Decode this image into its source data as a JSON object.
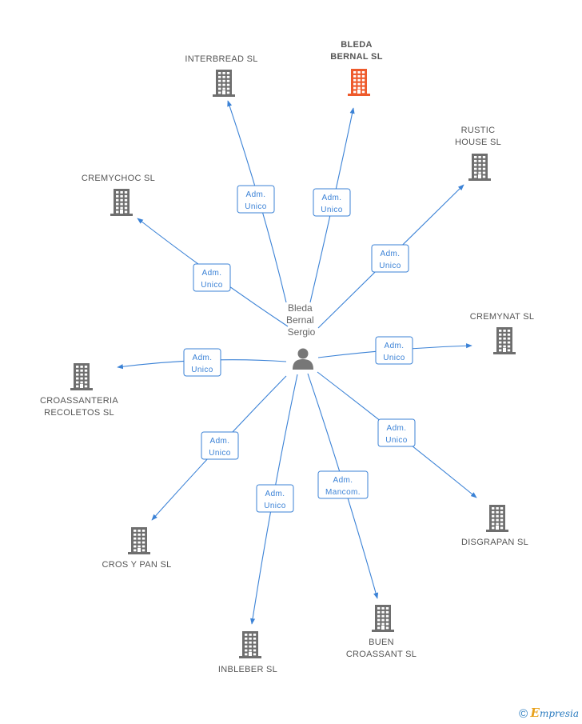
{
  "colors": {
    "edge": "#3b82d6",
    "company_icon": "#6e6e6e",
    "company_icon_highlight": "#ee5a2b",
    "person_icon": "#777777"
  },
  "person": {
    "name_lines": [
      "Bleda",
      "Bernal",
      "Sergio"
    ],
    "icon": "person-icon"
  },
  "companies": [
    {
      "id": "interbread",
      "name_lines": [
        "INTERBREAD SL"
      ],
      "role_lines": [
        "Adm.",
        "Unico"
      ],
      "highlight": false
    },
    {
      "id": "bleda-bernal",
      "name_lines": [
        "BLEDA",
        "BERNAL SL"
      ],
      "role_lines": [
        "Adm.",
        "Unico"
      ],
      "highlight": true
    },
    {
      "id": "rustic-house",
      "name_lines": [
        "RUSTIC",
        "HOUSE SL"
      ],
      "role_lines": [
        "Adm.",
        "Unico"
      ],
      "highlight": false
    },
    {
      "id": "cremychoc",
      "name_lines": [
        "CREMYCHOC SL"
      ],
      "role_lines": [
        "Adm.",
        "Unico"
      ],
      "highlight": false
    },
    {
      "id": "cremynat",
      "name_lines": [
        "CREMYNAT SL"
      ],
      "role_lines": [
        "Adm.",
        "Unico"
      ],
      "highlight": false
    },
    {
      "id": "croassanteria",
      "name_lines": [
        "CROASSANTERIA",
        "RECOLETOS SL"
      ],
      "role_lines": [
        "Adm.",
        "Unico"
      ],
      "highlight": false
    },
    {
      "id": "disgrapan",
      "name_lines": [
        "DISGRAPAN SL"
      ],
      "role_lines": [
        "Adm.",
        "Unico"
      ],
      "highlight": false
    },
    {
      "id": "cros-y-pan",
      "name_lines": [
        "CROS Y PAN SL"
      ],
      "role_lines": [
        "Adm.",
        "Unico"
      ],
      "highlight": false
    },
    {
      "id": "inbleber",
      "name_lines": [
        "INBLEBER SL"
      ],
      "role_lines": [
        "Adm.",
        "Unico"
      ],
      "highlight": false
    },
    {
      "id": "buen-croassant",
      "name_lines": [
        "BUEN",
        "CROASSANT SL"
      ],
      "role_lines": [
        "Adm.",
        "Mancom."
      ],
      "highlight": false
    }
  ],
  "branding": {
    "copyright": "©",
    "e": "E",
    "rest": "mpresia"
  }
}
